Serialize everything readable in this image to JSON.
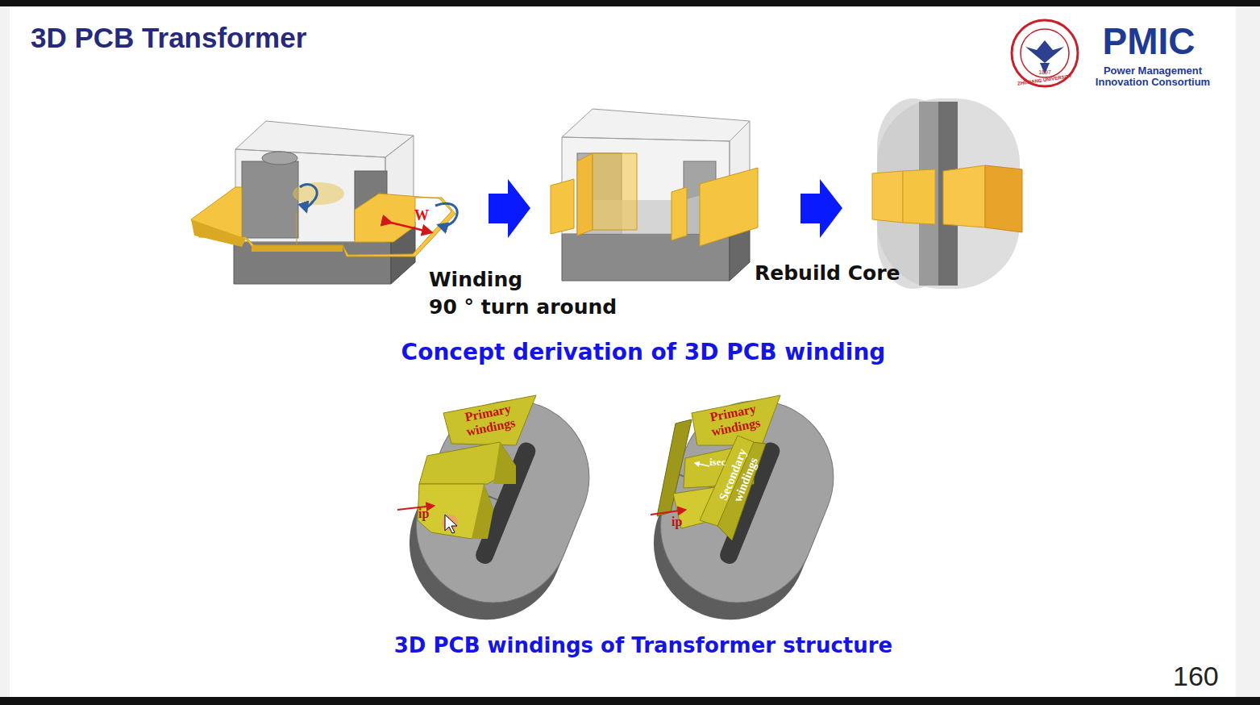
{
  "diagram": {
    "title": "3D PCB Transformer",
    "labels": [
      "W",
      "Winding",
      "90 ° turn around",
      "Rebuild Core",
      "Concept derivation of 3D PCB winding",
      "Primary windings",
      "ip",
      "Primary windings",
      "isec",
      "Secondary windings",
      "ip",
      "3D PCB windings of Transformer structure",
      "PMIC",
      "Power Management Innovation Consortium",
      "1897",
      "ZHEJIANG UNIVERSITY",
      "160"
    ]
  }
}
